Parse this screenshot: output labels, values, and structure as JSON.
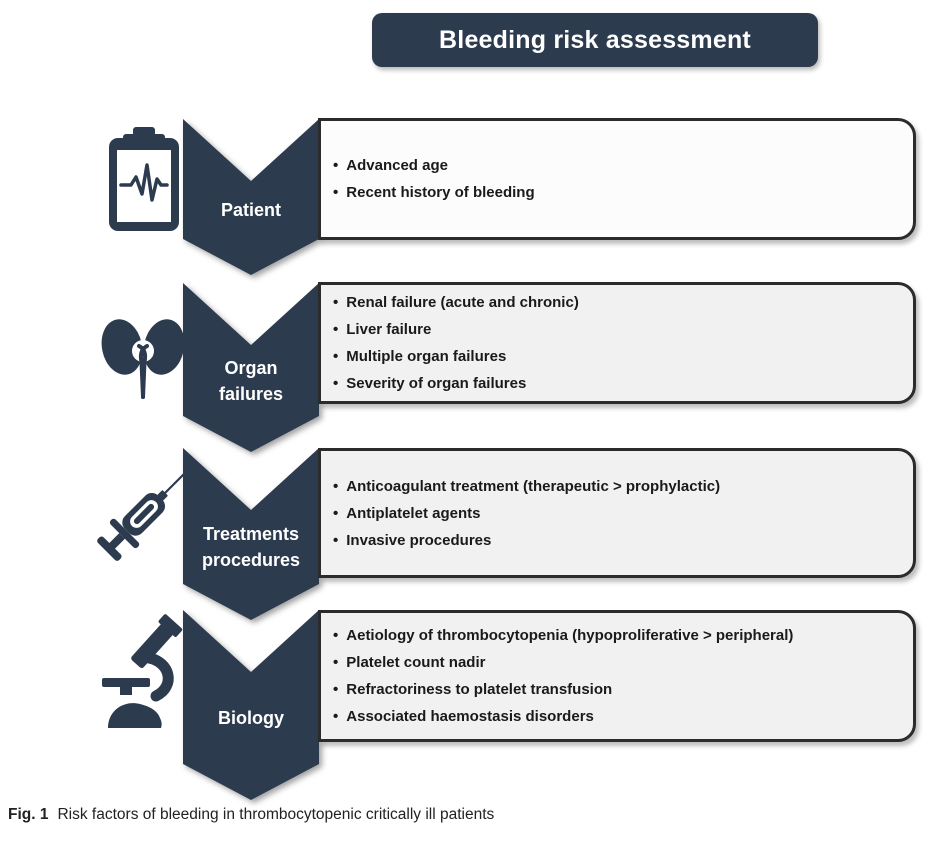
{
  "title": "Bleeding risk assessment",
  "colors": {
    "navy": "#2d3b4f",
    "box-border": "#2b2b2b",
    "box-bg": "#f1f1f1",
    "box-bg-first": "#fcfcfc",
    "chevron-text": "#ffffff",
    "bullet-text": "#1a1a1a"
  },
  "rows": [
    {
      "label": "Patient",
      "icon": "clipboard-ecg-icon",
      "items": [
        "Advanced age",
        "Recent history of bleeding"
      ]
    },
    {
      "label": "Organ\nfailures",
      "icon": "kidneys-icon",
      "items": [
        "Renal failure (acute and chronic)",
        "Liver failure",
        "Multiple organ failures",
        "Severity of organ failures"
      ]
    },
    {
      "label": "Treatments\nprocedures",
      "icon": "syringe-icon",
      "items": [
        "Anticoagulant treatment (therapeutic > prophylactic)",
        "Antiplatelet agents",
        "Invasive procedures"
      ]
    },
    {
      "label": "Biology",
      "icon": "microscope-icon",
      "items": [
        "Aetiology of thrombocytopenia (hypoproliferative > peripheral)",
        "Platelet count nadir",
        "Refractoriness to platelet transfusion",
        "Associated haemostasis disorders"
      ]
    }
  ],
  "caption": {
    "label": "Fig. 1",
    "text": "Risk factors of bleeding in thrombocytopenic critically ill patients"
  }
}
